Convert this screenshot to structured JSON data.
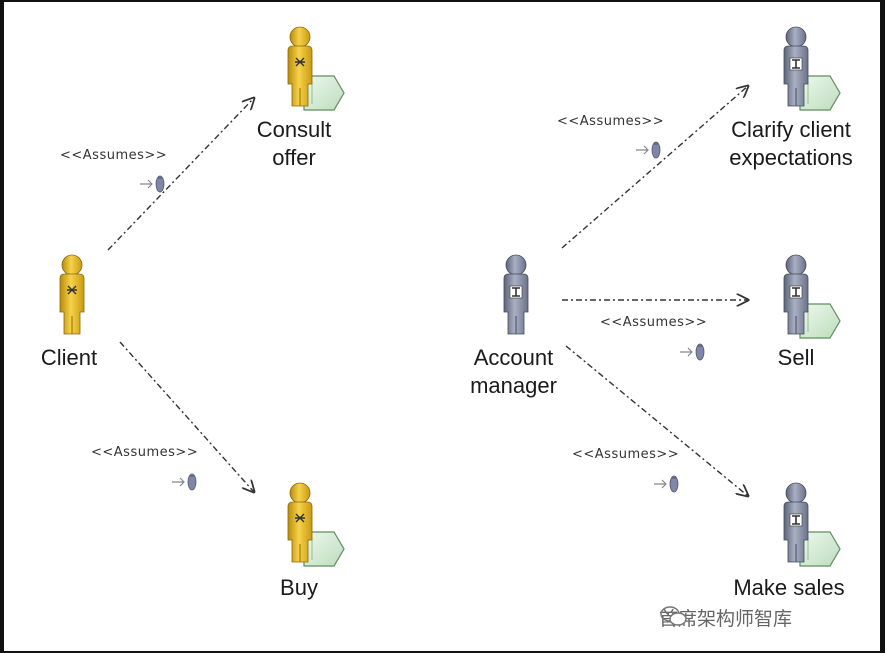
{
  "diagram": {
    "actors": [
      {
        "id": "client",
        "label_lines": [
          "Client"
        ],
        "role": "business"
      },
      {
        "id": "account-manager",
        "label_lines": [
          "Account",
          "manager"
        ],
        "role": "worker"
      }
    ],
    "use_cases": [
      {
        "id": "consult-offer",
        "label_lines": [
          "Consult",
          "offer"
        ],
        "role": "business"
      },
      {
        "id": "buy",
        "label_lines": [
          "Buy"
        ],
        "role": "business"
      },
      {
        "id": "clarify",
        "label_lines": [
          "Clarify client",
          "expectations"
        ],
        "role": "worker"
      },
      {
        "id": "sell",
        "label_lines": [
          "Sell"
        ],
        "role": "worker"
      },
      {
        "id": "make-sales",
        "label_lines": [
          "Make sales"
        ],
        "role": "worker"
      }
    ],
    "relations": [
      {
        "from": "client",
        "to": "consult-offer",
        "stereotype": "<<Assumes>>"
      },
      {
        "from": "client",
        "to": "buy",
        "stereotype": "<<Assumes>>"
      },
      {
        "from": "account-manager",
        "to": "clarify",
        "stereotype": "<<Assumes>>"
      },
      {
        "from": "account-manager",
        "to": "sell",
        "stereotype": "<<Assumes>>"
      },
      {
        "from": "account-manager",
        "to": "make-sales",
        "stereotype": "<<Assumes>>"
      }
    ]
  },
  "watermark": {
    "text": "首席架构师智库",
    "icon": "wechat-icon"
  },
  "colors": {
    "business_body": "#e8b818",
    "business_shadow": "#9a7a10",
    "worker_body": "#8890a8",
    "worker_shadow": "#4e556a",
    "doc_fill": "#d6ecd6",
    "doc_stroke": "#6a9a6a",
    "line": "#333333"
  }
}
